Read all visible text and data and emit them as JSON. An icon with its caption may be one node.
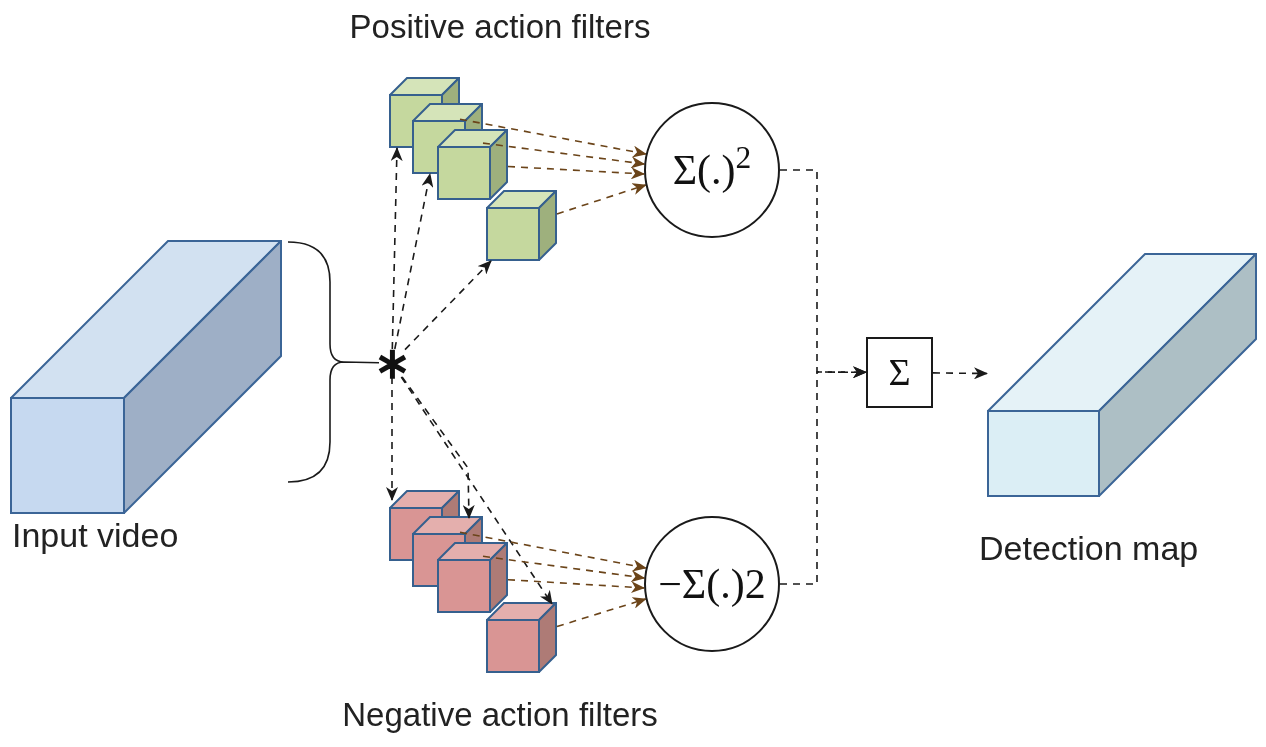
{
  "diagram": {
    "nodes": [
      {
        "text": [
          "Input video"
        ]
      },
      {
        "text": [
          "∗"
        ]
      },
      {
        "text": [],
        "shape": "cube"
      },
      {
        "text": [],
        "shape": "cube"
      },
      {
        "text": [],
        "shape": "cube"
      },
      {
        "text": [],
        "shape": "cube"
      },
      {
        "text": [],
        "shape": "cube"
      },
      {
        "text": [],
        "shape": "cube"
      },
      {
        "text": [],
        "shape": "cube"
      },
      {
        "text": [],
        "shape": "cube"
      },
      {
        "text": [
          "Σ(.)$^{2}$"
        ]
      },
      {
        "text": [
          "−Σ(.)2"
        ]
      },
      {
        "text": [
          "Σ"
        ]
      },
      {
        "text": [
          "Detection map"
        ]
      }
    ],
    "edges": [
      {
        "from": 0,
        "to": 1,
        "arrow": "none"
      },
      {
        "from": 1,
        "to": 2,
        "arrow": "to",
        "style": "dashed"
      },
      {
        "from": 1,
        "to": 3,
        "arrow": "to",
        "style": "dashed"
      },
      {
        "from": 1,
        "to": 5,
        "arrow": "to",
        "style": "dashed"
      },
      {
        "from": 1,
        "to": 6,
        "arrow": "to",
        "style": "dashed"
      },
      {
        "from": 1,
        "to": 7,
        "arrow": "to",
        "style": "dashed"
      },
      {
        "from": 1,
        "to": 9,
        "arrow": "to",
        "style": "dashed"
      },
      {
        "from": 2,
        "to": 10,
        "arrow": "to",
        "style": "dashed",
        "color": "#6b4419"
      },
      {
        "from": 3,
        "to": 10,
        "arrow": "to",
        "style": "dashed",
        "color": "#6b4419"
      },
      {
        "from": 4,
        "to": 10,
        "arrow": "to",
        "style": "dashed",
        "color": "#6b4419"
      },
      {
        "from": 5,
        "to": 10,
        "arrow": "to",
        "style": "dashed",
        "color": "#6b4419"
      },
      {
        "from": 6,
        "to": 11,
        "arrow": "to",
        "style": "dashed",
        "color": "#6b4419"
      },
      {
        "from": 7,
        "to": 11,
        "arrow": "to",
        "style": "dashed",
        "color": "#6b4419"
      },
      {
        "from": 8,
        "to": 11,
        "arrow": "to",
        "style": "dashed",
        "color": "#6b4419"
      },
      {
        "from": 9,
        "to": 11,
        "arrow": "to",
        "style": "dashed",
        "color": "#6b4419"
      },
      {
        "from": 10,
        "to": 12,
        "arrow": "to",
        "style": "dashed"
      },
      {
        "from": 11,
        "to": 12,
        "arrow": "to",
        "style": "dashed"
      },
      {
        "from": 12,
        "to": 13,
        "arrow": "to",
        "style": "dashed"
      }
    ],
    "labels": [
      "Positive action filters",
      "Negative action filters"
    ]
  }
}
